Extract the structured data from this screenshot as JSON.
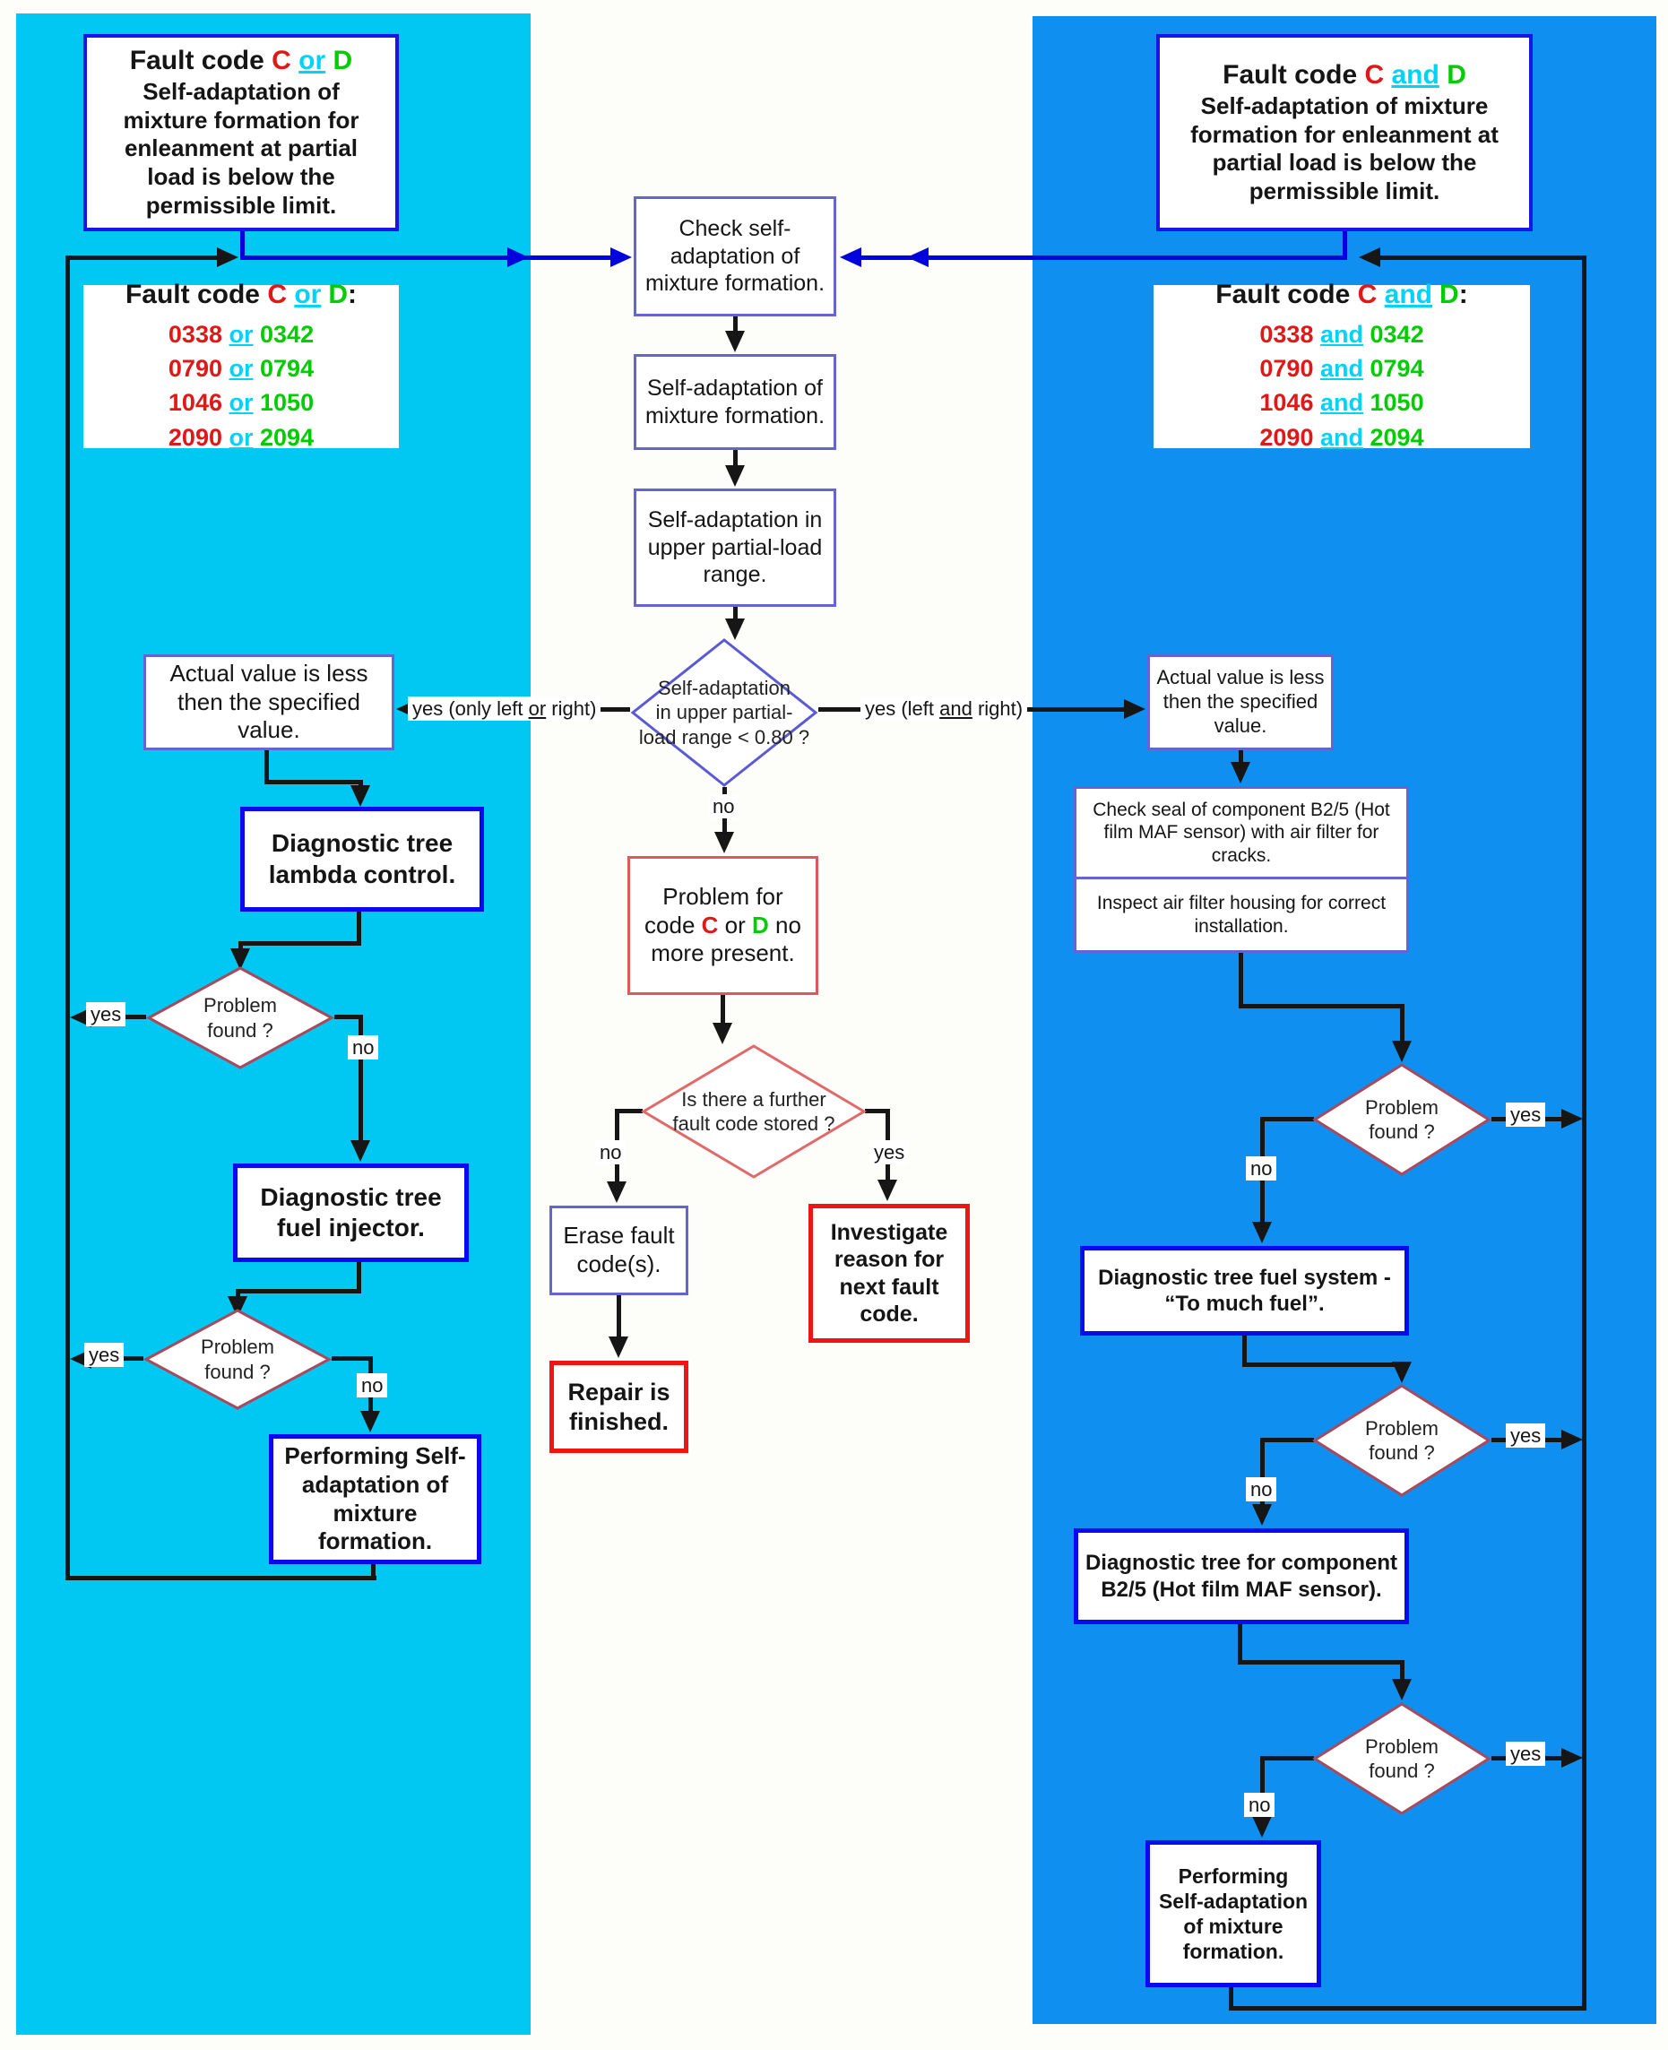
{
  "colors": {
    "panel_left": "#00c8f2",
    "panel_right": "#0f90f0",
    "code_red": "#e01818",
    "code_green": "#00cc00",
    "connector_cyan": "#00d2f8",
    "line_blue": "#0202dd",
    "line_black": "#161616",
    "border_thick_blue": "#0a0af0",
    "border_thick_red": "#ee1515"
  },
  "left": {
    "title": {
      "prefix": "Fault code",
      "c": "C",
      "conj": "or",
      "d": "D",
      "body": "Self-adaptation of mixture formation for enleanment at partial load is below the permissible limit."
    },
    "codes": {
      "prefix": "Fault code",
      "c": "C",
      "conj": "or",
      "d": "D",
      "colon": ":",
      "rows": [
        {
          "a": "0338",
          "conj": "or",
          "b": "0342"
        },
        {
          "a": "0790",
          "conj": "or",
          "b": "0794"
        },
        {
          "a": "1046",
          "conj": "or",
          "b": "1050"
        },
        {
          "a": "2090",
          "conj": "or",
          "b": "2094"
        }
      ]
    },
    "actual": "Actual value is less then the specified value.",
    "lambda": "Diagnostic tree lambda control.",
    "diamond1": {
      "l1": "Problem",
      "l2": "found ?"
    },
    "injector": "Diagnostic tree fuel injector.",
    "diamond2": {
      "l1": "Problem",
      "l2": "found ?"
    },
    "performing": "Performing Self-adaptation of mixture formation."
  },
  "middle": {
    "check": "Check self-adaptation of mixture formation.",
    "selfadapt": "Self-adaptation of mixture formation.",
    "upper": "Self-adaptation in upper partial-load range.",
    "decision1": {
      "l1": "Self-adaptation",
      "l2": "in upper partial-",
      "l3": "load range < 0.80 ?"
    },
    "problem": {
      "p1": "Problem for code ",
      "c": "C",
      "p2": " or ",
      "d": "D",
      "p3": " no more present."
    },
    "decision2": {
      "l1": "Is there a further",
      "l2": "fault code stored ?"
    },
    "erase": "Erase fault code(s).",
    "repair": "Repair is finished.",
    "investigate": "Investigate reason for next fault code."
  },
  "right": {
    "title": {
      "prefix": "Fault code",
      "c": "C",
      "conj": "and",
      "d": "D",
      "body": "Self-adaptation of mixture formation for enleanment at partial load is below the permissible limit."
    },
    "codes": {
      "prefix": "Fault code",
      "c": "C",
      "conj": "and",
      "d": "D",
      "colon": ":",
      "rows": [
        {
          "a": "0338",
          "conj": "and",
          "b": "0342"
        },
        {
          "a": "0790",
          "conj": "and",
          "b": "0794"
        },
        {
          "a": "1046",
          "conj": "and",
          "b": "1050"
        },
        {
          "a": "2090",
          "conj": "and",
          "b": "2094"
        }
      ]
    },
    "actual": "Actual value is less then the specified value.",
    "checkseal": {
      "a": "Check seal of component B2/5 (Hot film MAF sensor) with air filter for cracks.",
      "b": "Inspect air filter housing for correct installation."
    },
    "diamond1": {
      "l1": "Problem",
      "l2": "found ?"
    },
    "fuelsystem": {
      "l1": "Diagnostic tree fuel system -",
      "l2": "“To much fuel”."
    },
    "diamond2": {
      "l1": "Problem",
      "l2": "found ?"
    },
    "component": {
      "l1": "Diagnostic tree for component",
      "l2": "B2/5 (Hot film MAF sensor)."
    },
    "diamond3": {
      "l1": "Problem",
      "l2": "found ?"
    },
    "performing": "Performing Self-adaptation of mixture formation."
  },
  "labels": {
    "yes": "yes",
    "no": "no",
    "yes_left": {
      "pre": "yes (only left ",
      "u": "or",
      "post": " right)"
    },
    "yes_right": {
      "pre": "yes (left ",
      "u": "and",
      "post": " right)"
    }
  }
}
